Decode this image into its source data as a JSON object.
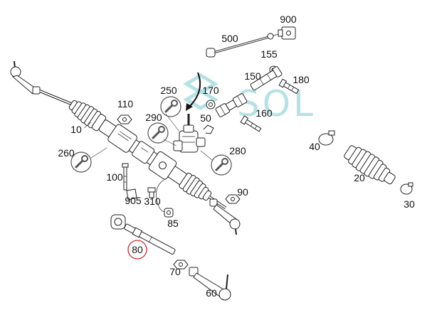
{
  "watermark": {
    "text": "SOL",
    "color": "#5dbfc6"
  },
  "highlight_color": "#d8262b",
  "parts": {
    "p900": "900",
    "p500": "500",
    "p155": "155",
    "p150": "150",
    "p180": "180",
    "p250": "250",
    "p170": "170",
    "p110": "110",
    "p290": "290",
    "p50": "50",
    "p160": "160",
    "p10": "10",
    "p260": "260",
    "p280": "280",
    "p40": "40",
    "p20": "20",
    "p100": "100",
    "p90": "90",
    "p905": "905",
    "p310": "310",
    "p85": "85",
    "p30": "30",
    "p80": "80",
    "p70": "70",
    "p60": "60"
  },
  "icons": {
    "service": "wrench-icon",
    "pointer": "curved-arrow-icon"
  }
}
